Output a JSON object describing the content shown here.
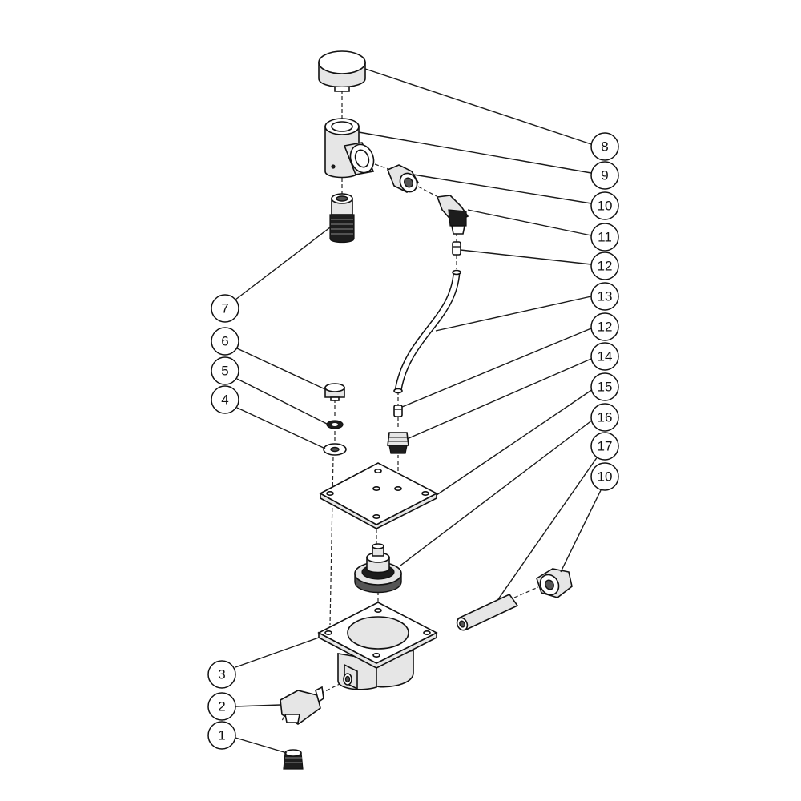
{
  "callouts": [
    {
      "id": "c8",
      "label": "8"
    },
    {
      "id": "c9",
      "label": "9"
    },
    {
      "id": "c10a",
      "label": "10"
    },
    {
      "id": "c11",
      "label": "11"
    },
    {
      "id": "c12a",
      "label": "12"
    },
    {
      "id": "c13",
      "label": "13"
    },
    {
      "id": "c12b",
      "label": "12"
    },
    {
      "id": "c14",
      "label": "14"
    },
    {
      "id": "c15",
      "label": "15"
    },
    {
      "id": "c16",
      "label": "16"
    },
    {
      "id": "c17",
      "label": "17"
    },
    {
      "id": "c10b",
      "label": "10"
    },
    {
      "id": "c7",
      "label": "7"
    },
    {
      "id": "c6",
      "label": "6"
    },
    {
      "id": "c5",
      "label": "5"
    },
    {
      "id": "c4",
      "label": "4"
    },
    {
      "id": "c3",
      "label": "3"
    },
    {
      "id": "c2",
      "label": "2"
    },
    {
      "id": "c1",
      "label": "1"
    }
  ]
}
